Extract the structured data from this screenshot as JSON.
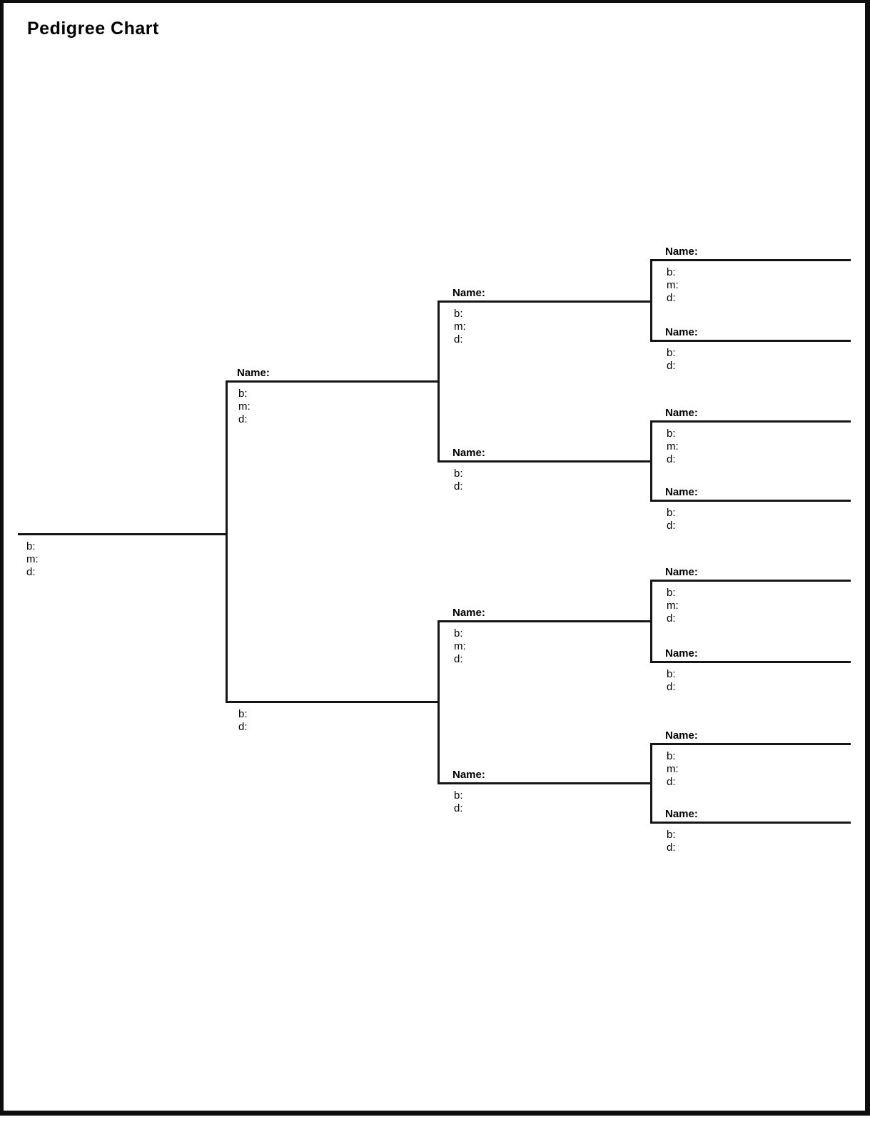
{
  "title": "Pedigree Chart",
  "persons": {
    "self": {
      "b": "b:",
      "m": "m:",
      "d": "d:"
    },
    "father": {
      "name": "Name:",
      "b": "b:",
      "m": "m:",
      "d": "d:"
    },
    "mother": {
      "b": "b:",
      "d": "d:"
    },
    "paternal_grandfather": {
      "name": "Name:",
      "b": "b:",
      "m": "m:",
      "d": "d:"
    },
    "paternal_grandmother": {
      "name": "Name:",
      "b": "b:",
      "d": "d:"
    },
    "maternal_grandfather": {
      "name": "Name:",
      "b": "b:",
      "m": "m:",
      "d": "d:"
    },
    "maternal_grandmother": {
      "name": "Name:",
      "b": "b:",
      "d": "d:"
    },
    "pgf_father": {
      "name": "Name:",
      "b": "b:",
      "m": "m:",
      "d": "d:"
    },
    "pgf_mother": {
      "name": "Name:",
      "b": "b:",
      "d": "d:"
    },
    "pgm_father": {
      "name": "Name:",
      "b": "b:",
      "m": "m:",
      "d": "d:"
    },
    "pgm_mother": {
      "name": "Name:",
      "b": "b:",
      "d": "d:"
    },
    "mgf_father": {
      "name": "Name:",
      "b": "b:",
      "m": "m:",
      "d": "d:"
    },
    "mgf_mother": {
      "name": "Name:",
      "b": "b:",
      "d": "d:"
    },
    "mgm_father": {
      "name": "Name:",
      "b": "b:",
      "m": "m:",
      "d": "d:"
    },
    "mgm_mother": {
      "name": "Name:",
      "b": "b:",
      "d": "d:"
    }
  }
}
